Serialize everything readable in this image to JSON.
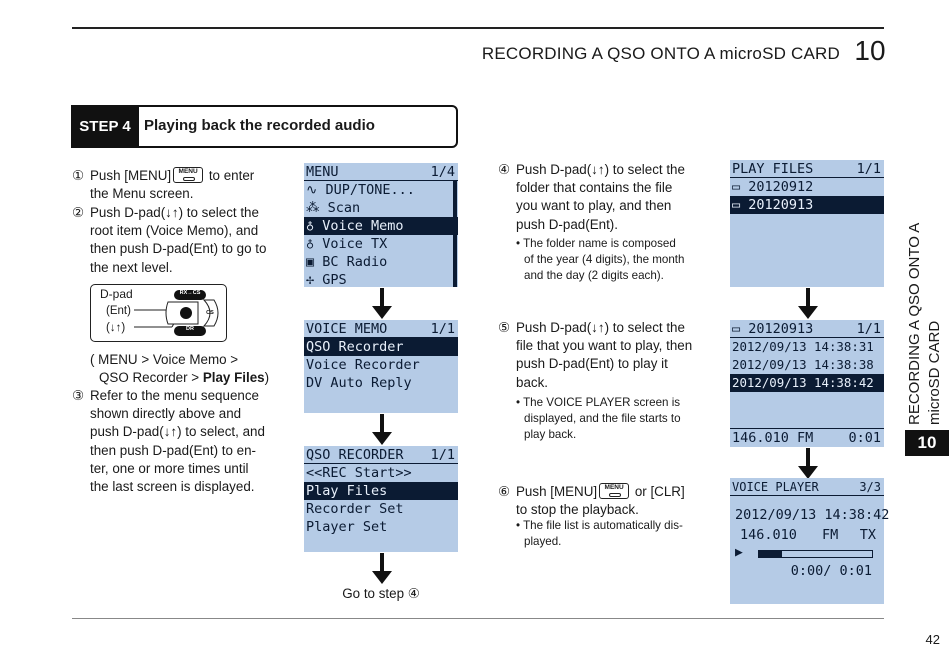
{
  "header": {
    "title": "RECORDING A QSO ONTO A microSD CARD",
    "chapter_number": "10"
  },
  "step": {
    "label": "STEP 4",
    "title": "Playing back the recorded audio"
  },
  "left_col": {
    "s1_num": "①",
    "s1_a": "Push [MENU]",
    "s1_b": " to enter",
    "s1_c": "the Menu screen.",
    "s2_num": "②",
    "s2_a": "Push D-pad(↓↑) to select the",
    "s2_b": "root item (Voice Memo), and",
    "s2_c": "then push D-pad(Ent) to go to",
    "s2_d": "the next level.",
    "dpad_label": "D-pad",
    "dpad_ent": "(Ent)",
    "dpad_updown": "(↓↑)",
    "dpad_btn_top": "RX→CS",
    "dpad_btn_bottom": "DR",
    "dpad_btn_right": "CS",
    "path_a": "( MENU > Voice Memo >",
    "path_b": "QSO Recorder > ",
    "path_b_bold": "Play Files",
    "path_b_end": ")",
    "s3_num": "③",
    "s3_a": "Refer to the menu sequence",
    "s3_b": "shown directly above and",
    "s3_c": "push D-pad(↓↑) to select, and",
    "s3_d": "then push D-pad(Ent) to en-",
    "s3_e": "ter, one or more times until",
    "s3_f": "the last screen is displayed."
  },
  "menu_key_text": "MENU",
  "lcd_menu": {
    "title": "MENU",
    "page": "1/4",
    "items": [
      "∿ DUP/TONE...",
      "⁂ Scan",
      "♁ Voice Memo",
      "♁ Voice TX",
      "▣ BC Radio",
      "✢ GPS"
    ]
  },
  "lcd_voice_memo": {
    "title": "VOICE MEMO",
    "page": "1/1",
    "items": [
      "QSO Recorder",
      "Voice Recorder",
      "DV Auto Reply"
    ]
  },
  "lcd_qso_recorder": {
    "title": "QSO RECORDER",
    "page": "1/1",
    "items": [
      "<<REC Start>>",
      "Play Files",
      "Recorder Set",
      "Player Set"
    ]
  },
  "go_to_step": "Go to step ④",
  "right_col": {
    "s4_num": "④",
    "s4_a": "Push D-pad(↓↑) to select the",
    "s4_b": "folder that contains the file",
    "s4_c": "you want to play, and then",
    "s4_d": "push D-pad(Ent).",
    "s4_bullet_a": "• The folder name is composed",
    "s4_bullet_b": "of the year (4 digits), the month",
    "s4_bullet_c": "and the day (2 digits each).",
    "s5_num": "⑤",
    "s5_a": "Push D-pad(↓↑) to select the",
    "s5_b": "file that you want to play, then",
    "s5_c": "push D-pad(Ent) to play it",
    "s5_d": "back.",
    "s5_bullet_a": "• The VOICE PLAYER screen is",
    "s5_bullet_b": "displayed, and the file starts to",
    "s5_bullet_c": "play back.",
    "s6_num": "⑥",
    "s6_a": "Push [MENU]",
    "s6_b": " or [CLR]",
    "s6_c": "to stop the playback.",
    "s6_bullet_a": "• The file list is automatically dis-",
    "s6_bullet_b": "played."
  },
  "lcd_play_files": {
    "title": "PLAY FILES",
    "page": "1/1",
    "items": [
      "▭ 20120912",
      "▭ 20120913"
    ]
  },
  "lcd_folder": {
    "title": "▭ 20120913",
    "page": "1/1",
    "items": [
      "2012/09/13 14:38:31",
      "2012/09/13 14:38:38",
      "2012/09/13 14:38:42"
    ],
    "freq": "146.010 FM",
    "time": "0:01"
  },
  "lcd_player": {
    "title": "VOICE PLAYER",
    "page": "3/3",
    "datetime": "2012/09/13 14:38:42",
    "freq": "146.010",
    "mode": "FM",
    "txrx": "TX",
    "play_icon": "▶",
    "time": "0:00/ 0:01",
    "progress": 0.2
  },
  "side_tab": {
    "line1": "RECORDING A QSO ONTO A",
    "line2": "microSD CARD",
    "number": "10"
  },
  "page_number": "42"
}
